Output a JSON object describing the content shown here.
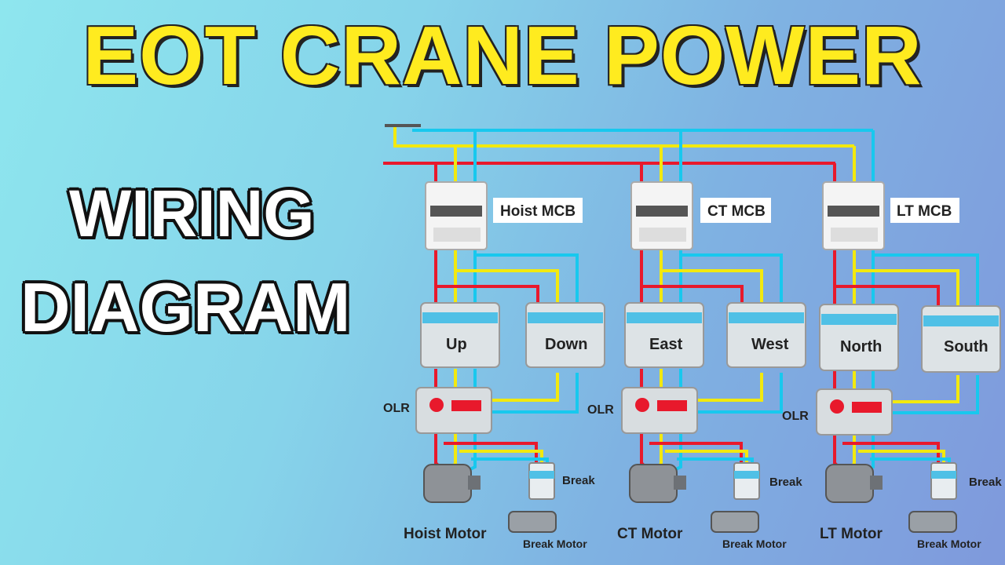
{
  "title": "EOT CRANE POWER",
  "subtitle_line1": "WIRING",
  "subtitle_line2": "DIAGRAM",
  "colors": {
    "title_yellow": "#ffeb1f",
    "wire_red": "#e8192c",
    "wire_yellow": "#f2e90f",
    "wire_blue": "#18c8ee"
  },
  "sections": [
    {
      "mcb": "Hoist MCB",
      "contactor_a": "Up",
      "contactor_b": "Down",
      "olr_a": "OLR",
      "olr_b": "OLR",
      "brake": "Break",
      "motor": "Hoist Motor",
      "brake_motor": "Break Motor"
    },
    {
      "mcb": "CT MCB",
      "contactor_a": "East",
      "contactor_b": "West",
      "olr_a": "",
      "olr_b": "OLR",
      "brake": "Break",
      "motor": "CT Motor",
      "brake_motor": "Break Motor"
    },
    {
      "mcb": "LT MCB",
      "contactor_a": "North",
      "contactor_b": "South",
      "olr_a": "",
      "olr_b": "",
      "brake": "Break",
      "motor": "LT Motor",
      "brake_motor": "Break Motor"
    }
  ]
}
